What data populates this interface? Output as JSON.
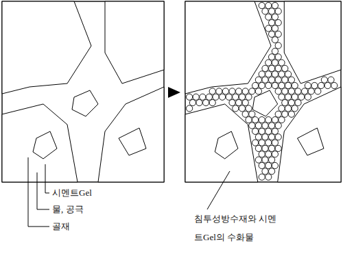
{
  "diagram": {
    "labels": [
      "시멘트Gel",
      "물, 공극",
      "골재",
      "침투성방수재와 시멘트Gel의 수화물"
    ]
  }
}
